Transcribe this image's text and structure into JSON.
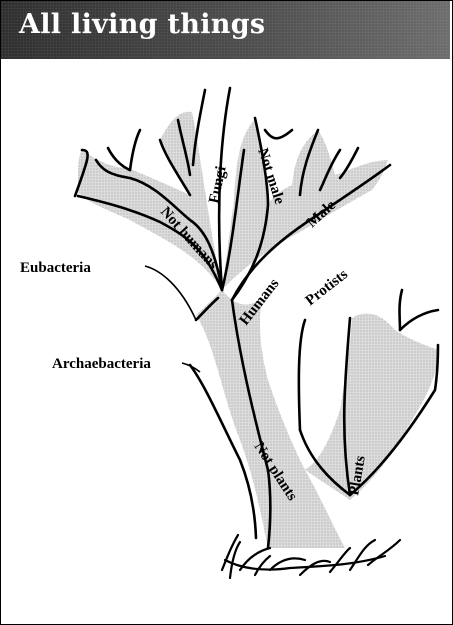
{
  "title": "All living things",
  "labels": {
    "eubacteria": "Eubacteria",
    "archaebacteria": "Archaebacteria",
    "not_humans": "Not humans",
    "fungi": "Fungi",
    "not_male": "Not male",
    "male": "Male",
    "humans": "Humans",
    "protists": "Protists",
    "not_plants": "Not plants",
    "plants": "Plants"
  },
  "colors": {
    "tree_fill": "#d4d4d4",
    "outline": "#000000",
    "header": "#3d3d3d",
    "title": "#ffffff"
  }
}
